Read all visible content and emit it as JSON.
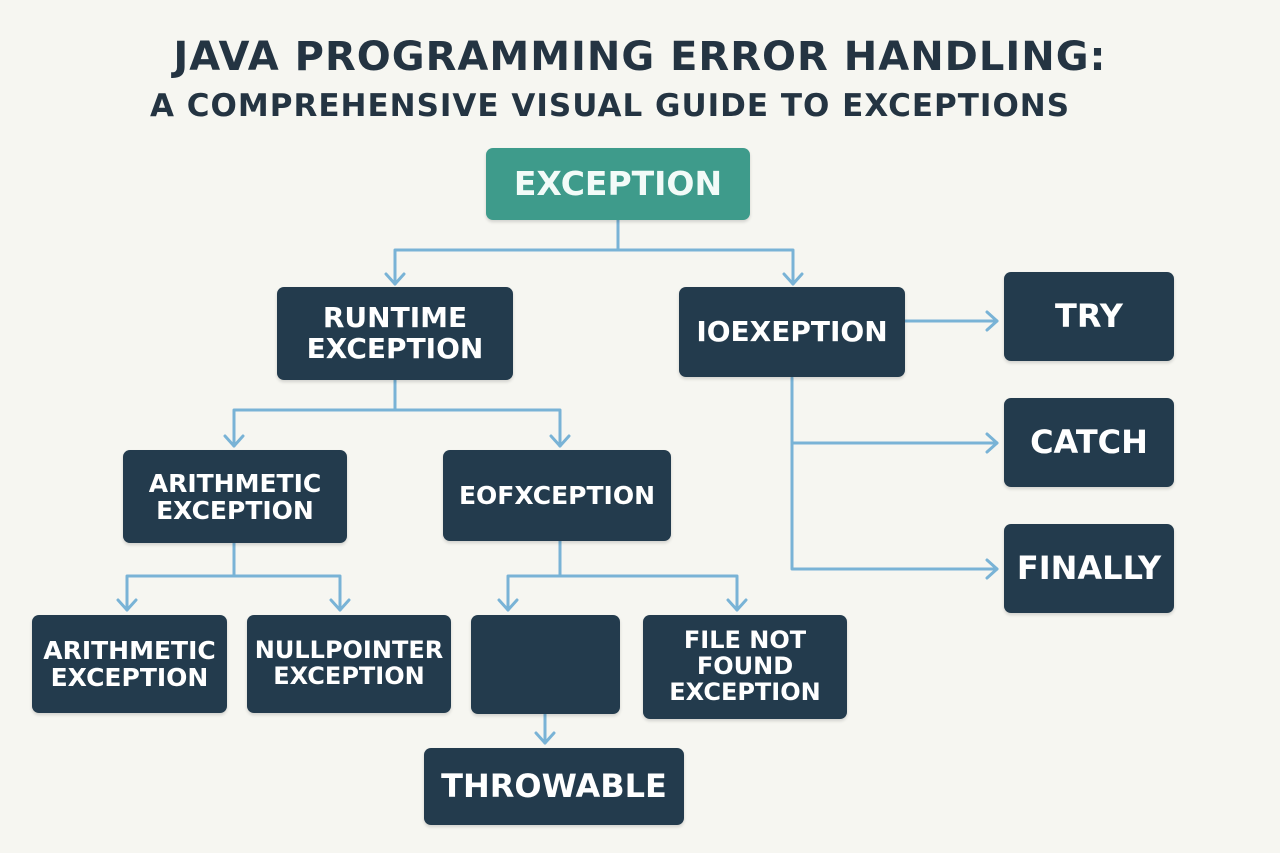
{
  "title": {
    "line1": "JAVA PROGRAMMING ERROR HANDLING:",
    "line2": "A COMPREHENSIVE VISUAL GUIDE TO EXCEPTIONS"
  },
  "colors": {
    "background": "#f6f6f1",
    "root_node": "#3e9b8b",
    "node": "#233b4d",
    "connector": "#79b3d6",
    "title_text": "#243442"
  },
  "nodes": {
    "exception": "EXCEPTION",
    "runtime_exception": "RUNTIME\nEXCEPTION",
    "ioexception": "IOEXEPTION",
    "try": "TRY",
    "catch": "CATCH",
    "finally": "FINALLY",
    "arithmetic_exception_mid": "ARITHMETIC\nEXCEPTION",
    "eofxception": "EOFXCEPTION",
    "arithmetic_exception_leaf": "ARITHMETIC\nEXCEPTION",
    "nullpointer_exception": "NULLPOINTER\nEXCEPTION",
    "blank_node": "",
    "file_not_found_exception": "FILE NOT\nFOUND\nEXCEPTION",
    "throwable": "THROWABLE"
  }
}
